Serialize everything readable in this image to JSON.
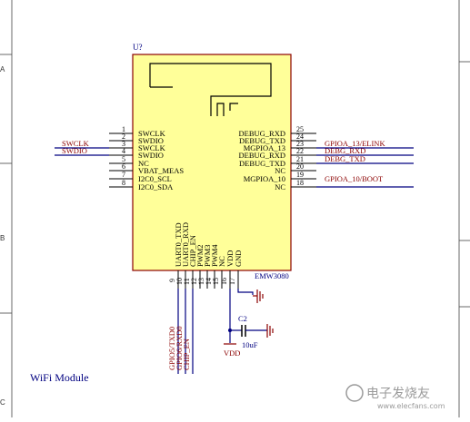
{
  "component": {
    "ref": "U?",
    "part": "EMW3080",
    "left_pins": [
      {
        "num": "1",
        "name": "SWCLK"
      },
      {
        "num": "2",
        "name": "SWDIO"
      },
      {
        "num": "3",
        "name": "SWCLK"
      },
      {
        "num": "4",
        "name": "SWDIO"
      },
      {
        "num": "5",
        "name": "NC"
      },
      {
        "num": "6",
        "name": "VBAT_MEAS"
      },
      {
        "num": "7",
        "name": "I2C0_SCL"
      },
      {
        "num": "8",
        "name": "I2C0_SDA"
      }
    ],
    "right_pins": [
      {
        "num": "25",
        "name": "DEBUG_RXD"
      },
      {
        "num": "24",
        "name": "DEBUG_TXD"
      },
      {
        "num": "23",
        "name": "MGPIOA_13"
      },
      {
        "num": "22",
        "name": "DEBUG_RXD"
      },
      {
        "num": "21",
        "name": "DEBUG_TXD"
      },
      {
        "num": "20",
        "name": "NC"
      },
      {
        "num": "19",
        "name": "MGPIOA_10"
      },
      {
        "num": "18",
        "name": "NC"
      }
    ],
    "bottom_pins": [
      {
        "num": "9",
        "name": "UART0_TXD"
      },
      {
        "num": "10",
        "name": "UART0_RXD"
      },
      {
        "num": "11",
        "name": "CHIP_EN"
      },
      {
        "num": "12",
        "name": "PWM2"
      },
      {
        "num": "13",
        "name": "PWM3"
      },
      {
        "num": "14",
        "name": "PWM4"
      },
      {
        "num": "15",
        "name": "NC"
      },
      {
        "num": "16",
        "name": "VDD"
      },
      {
        "num": "17",
        "name": "GND"
      }
    ]
  },
  "nets": {
    "left": [
      "SWCLK",
      "SWDIO"
    ],
    "right": [
      "GPIOA_13/ELINK",
      "DEBG_RXD",
      "DEBG_TXD",
      "GPIOA_10/BOOT"
    ],
    "bottom": [
      "GPIO5/TXD0",
      "GPIO6/RXD0",
      "CHIP_EN"
    ]
  },
  "capacitor": {
    "ref": "C2",
    "value": "10uF"
  },
  "power": {
    "vdd": "VDD"
  },
  "title": "WiFi Module",
  "border": {
    "letters": [
      "A",
      "B",
      "C"
    ]
  },
  "watermark": {
    "text": "电子发烧友",
    "sub": "www.elecfans.com"
  },
  "colors": {
    "chip_fill": "#ffff99",
    "chip_stroke": "#8b0000",
    "wire": "#000080",
    "net_label": "#8b0000",
    "ground": "#8b0000"
  }
}
